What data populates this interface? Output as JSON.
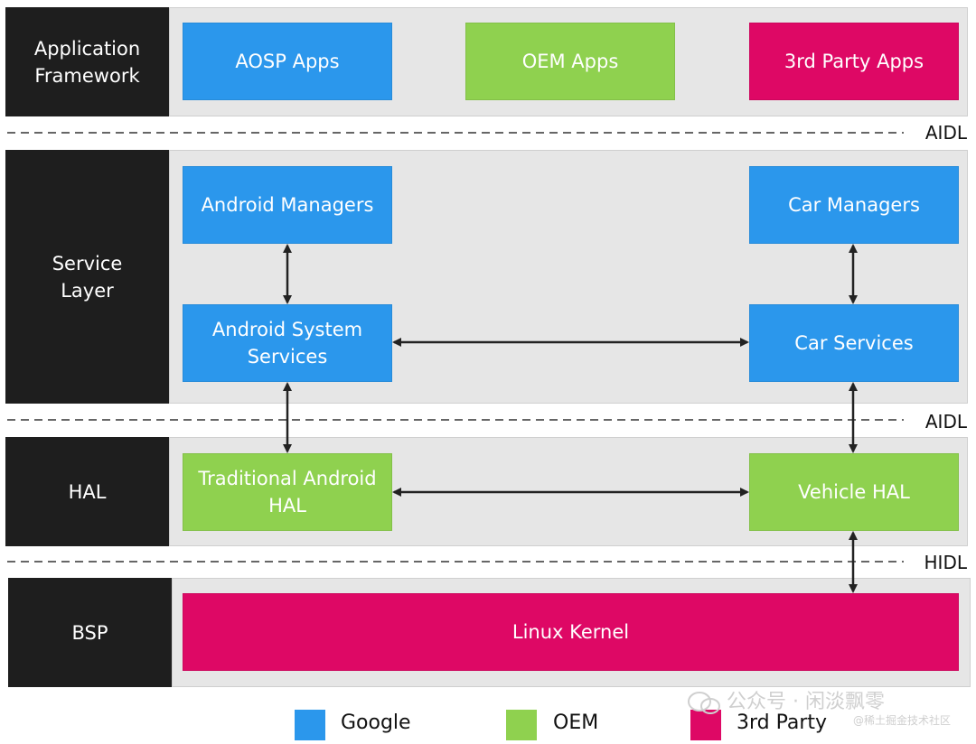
{
  "layers": {
    "app_framework": "Application\nFramework",
    "service": "Service\nLayer",
    "hal": "HAL",
    "bsp": "BSP"
  },
  "boxes": {
    "aosp_apps": "AOSP Apps",
    "oem_apps": "OEM Apps",
    "third_party_apps": "3rd Party Apps",
    "android_managers": "Android Managers",
    "car_managers": "Car Managers",
    "android_system_services": "Android System\nServices",
    "car_services": "Car Services",
    "traditional_android_hal": "Traditional Android\nHAL",
    "vehicle_hal": "Vehicle HAL",
    "linux_kernel": "Linux Kernel"
  },
  "interfaces": [
    "AIDL",
    "AIDL",
    "HIDL"
  ],
  "legend": [
    {
      "label": "Google",
      "color": "#2b97ec"
    },
    {
      "label": "OEM",
      "color": "#8fd14f"
    },
    {
      "label": "3rd Party",
      "color": "#de0865"
    }
  ],
  "watermark": {
    "line1": "公众号 · 闲淡飘零",
    "line2": "@稀土掘金技术社区"
  },
  "colors": {
    "google": "#2b97ec",
    "oem": "#8fd14f",
    "third_party": "#de0865",
    "layer_label_bg": "#1e1e1e",
    "panel_bg": "#e6e6e6"
  }
}
